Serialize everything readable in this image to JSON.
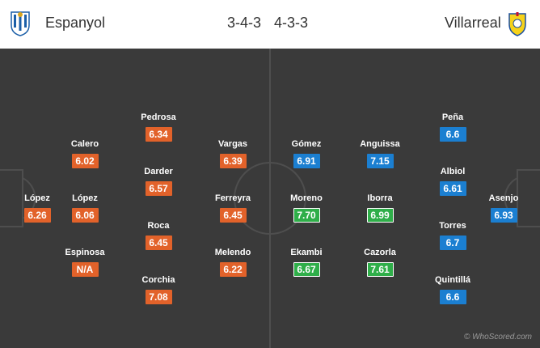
{
  "home": {
    "name": "Espanyol",
    "formation": "3-4-3",
    "crest_icon": "espanyol-crest-icon",
    "color": "#e2622a"
  },
  "away": {
    "name": "Villarreal",
    "formation": "4-3-3",
    "crest_icon": "villarreal-crest-icon",
    "color": "#1b7fd1"
  },
  "colors": {
    "pitch": "#3a3a3a",
    "home_rating": "#e2622a",
    "away_rating": "#1b7fd1",
    "top_rating": "#2fae49"
  },
  "home_players": [
    {
      "name": "López",
      "rating": "6.26"
    },
    {
      "name": "Calero",
      "rating": "6.02"
    },
    {
      "name": "López",
      "rating": "6.06"
    },
    {
      "name": "Espinosa",
      "rating": "N/A"
    },
    {
      "name": "Pedrosa",
      "rating": "6.34"
    },
    {
      "name": "Darder",
      "rating": "6.57"
    },
    {
      "name": "Roca",
      "rating": "6.45"
    },
    {
      "name": "Corchia",
      "rating": "7.08"
    },
    {
      "name": "Vargas",
      "rating": "6.39"
    },
    {
      "name": "Ferreyra",
      "rating": "6.45"
    },
    {
      "name": "Melendo",
      "rating": "6.22"
    }
  ],
  "away_players": [
    {
      "name": "Gómez",
      "rating": "6.91"
    },
    {
      "name": "Moreno",
      "rating": "7.70"
    },
    {
      "name": "Ekambi",
      "rating": "6.67"
    },
    {
      "name": "Anguissa",
      "rating": "7.15"
    },
    {
      "name": "Iborra",
      "rating": "6.99"
    },
    {
      "name": "Cazorla",
      "rating": "7.61"
    },
    {
      "name": "Peña",
      "rating": "6.6"
    },
    {
      "name": "Albiol",
      "rating": "6.61"
    },
    {
      "name": "Torres",
      "rating": "6.7"
    },
    {
      "name": "Quintillá",
      "rating": "6.6"
    },
    {
      "name": "Asenjo",
      "rating": "6.93"
    }
  ],
  "watermark": "© WhoScored.com"
}
